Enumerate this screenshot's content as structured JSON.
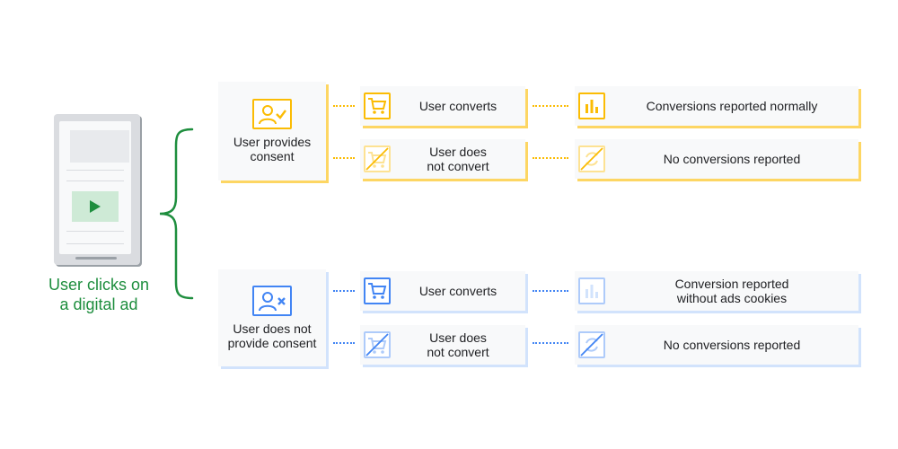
{
  "start": {
    "label_line1": "User clicks on",
    "label_line2": "a digital ad"
  },
  "consent": {
    "label_line1": "User provides",
    "label_line2": "consent",
    "rows": [
      {
        "action": "User converts",
        "result": "Conversions reported normally"
      },
      {
        "action_line1": "User does",
        "action_line2": "not convert",
        "result": "No conversions reported"
      }
    ]
  },
  "no_consent": {
    "label_line1": "User does not",
    "label_line2": "provide consent",
    "rows": [
      {
        "action": "User converts",
        "result_line1": "Conversion reported",
        "result_line2": "without ads cookies"
      },
      {
        "action_line1": "User does",
        "action_line2": "not convert",
        "result": "No conversions reported"
      }
    ]
  },
  "colors": {
    "consent": "#fbbc04",
    "no_consent": "#4285f4",
    "start": "#1e8e3e"
  },
  "icons": {
    "consent": "user-check-icon",
    "no_consent": "user-x-icon",
    "converts": "cart-icon",
    "not_converts": "cart-crossed-icon",
    "reported": "bar-chart-icon",
    "not_reported": "sync-crossed-icon"
  }
}
